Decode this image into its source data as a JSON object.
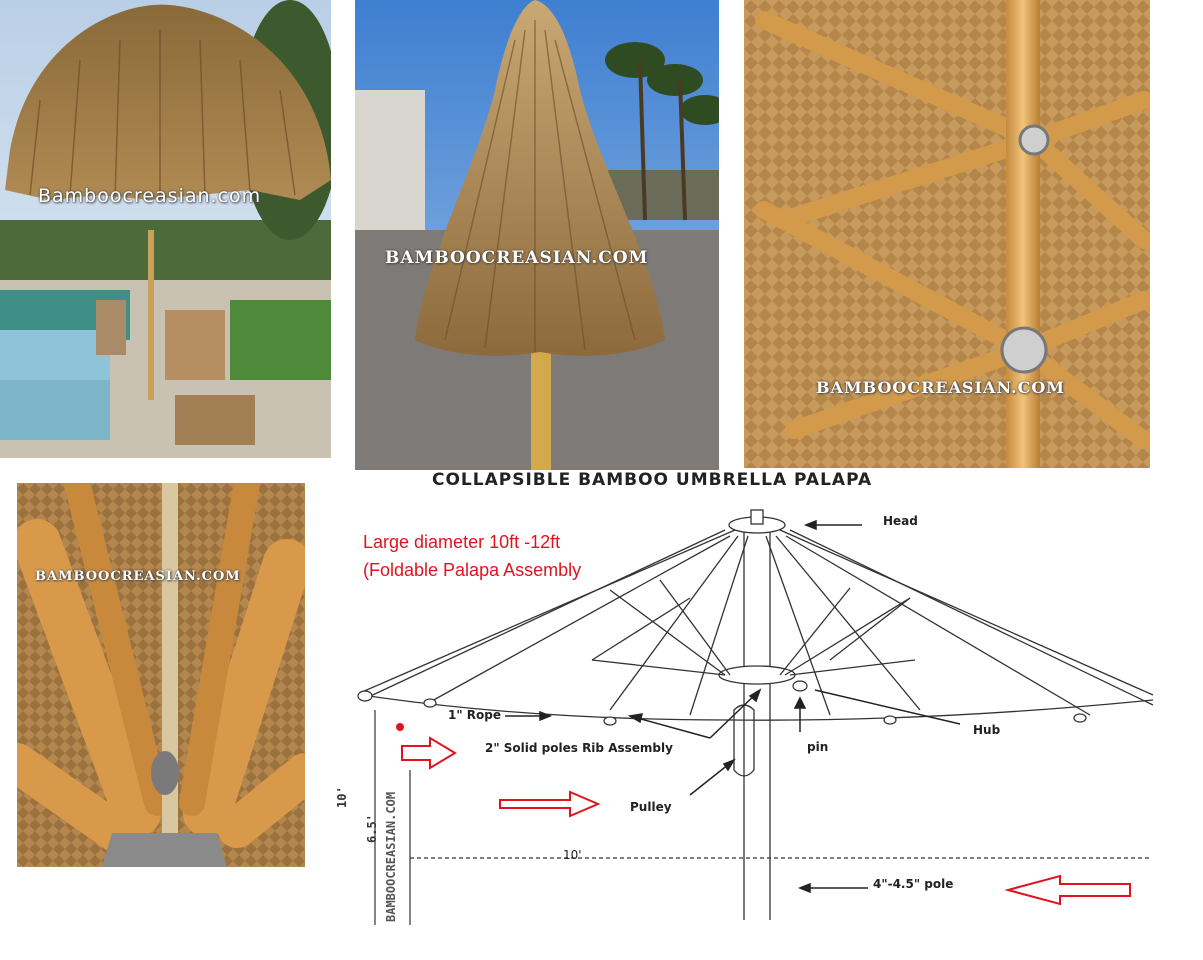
{
  "photos": [
    {
      "name": "palapa-poolside-photo",
      "watermark": "Bamboocreasian.com"
    },
    {
      "name": "palapa-closed-photo",
      "watermark": "BAMBOOCREASIAN.COM"
    },
    {
      "name": "underside-ribs-photo",
      "watermark": "BAMBOOCREASIAN.COM"
    },
    {
      "name": "folded-ribs-photo",
      "watermark": "BAMBOOCREASIAN.COM"
    }
  ],
  "diagram": {
    "title": "COLLAPSIBLE BAMBOO UMBRELLA PALAPA",
    "note_line1": "Large diameter 10ft -12ft",
    "note_line2": "(Foldable Palapa Assembly",
    "labels": {
      "head": "Head",
      "rope": "1\" Rope",
      "hub": "Hub",
      "pin": "pin",
      "ribs": "2\" Solid poles Rib Assembly",
      "pulley": "Pulley",
      "pole": "4\"-4.5\" pole",
      "height_total": "10'",
      "height_lower": "6.5'",
      "width": "10'",
      "side_watermark": "BAMBOOCREASIAN.COM"
    },
    "accent_color": "#e0141e"
  }
}
